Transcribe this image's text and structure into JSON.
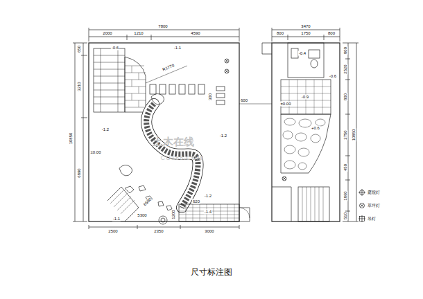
{
  "diagram": {
    "caption": "尺寸标注图",
    "labels": [
      "7800",
      "2000",
      "1210",
      "4590",
      "650",
      "3210",
      "10850",
      "6890",
      "2500",
      "2350",
      "3000",
      "-0.6",
      "-1.1",
      "R1770",
      "300",
      "600",
      "-1.2",
      "±0.00",
      "-1.2",
      "-1.2",
      "620",
      "-1.4",
      "6500",
      "5300",
      "1200",
      "-1.1",
      "3470",
      "800",
      "1750",
      "800",
      "800",
      "2520",
      "800",
      "2750",
      "10850",
      "450",
      "1860",
      "510",
      "-0.4",
      "-0.6",
      "±0.00",
      "-0.9",
      "+0.6",
      "土木在线",
      "CO188.COM"
    ],
    "legend": [
      {
        "text": "庭院灯"
      },
      {
        "text": "草坪灯"
      },
      {
        "text": "吊灯"
      }
    ]
  }
}
